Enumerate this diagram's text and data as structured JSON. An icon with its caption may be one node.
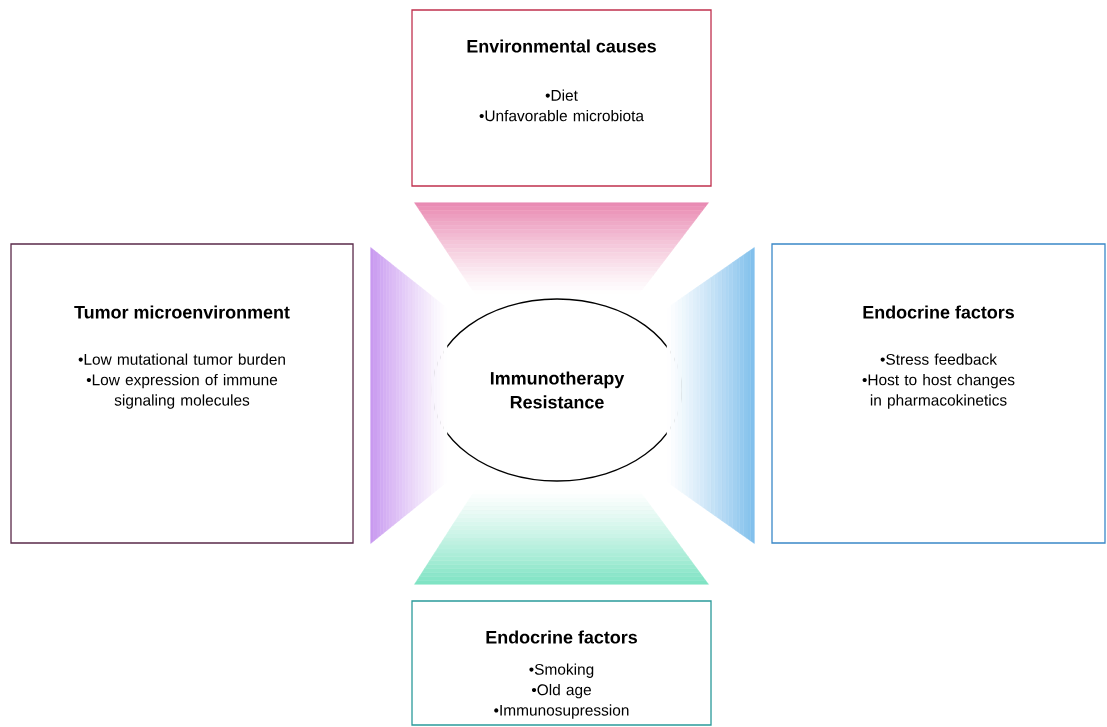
{
  "diagram": {
    "nodes": [
      {
        "text": [
          "Environmental causes",
          "•Diet",
          "•Unfavorable microbiota"
        ]
      },
      {
        "text": [
          "Tumor microenvironment",
          "•Low mutational tumor burden",
          "•Low expression of immune signaling molecules"
        ]
      },
      {
        "text": [
          "Immunotherapy Resistance"
        ]
      },
      {
        "text": [
          "Endocrine factors",
          "•Stress feedback",
          "•Host to host changes in pharmacokinetics"
        ]
      },
      {
        "text": [
          "Endocrine factors",
          "•Smoking",
          "•Old age",
          "•Immunosupression"
        ]
      }
    ],
    "edges": [
      {
        "from": 0,
        "to": 2,
        "arrow": "none",
        "color": "#e98ab2"
      },
      {
        "from": 1,
        "to": 2,
        "arrow": "none",
        "color": "#c898f0"
      },
      {
        "from": 3,
        "to": 2,
        "arrow": "none",
        "color": "#7fbfec"
      },
      {
        "from": 4,
        "to": 2,
        "arrow": "none",
        "color": "#7de3c3"
      }
    ]
  }
}
